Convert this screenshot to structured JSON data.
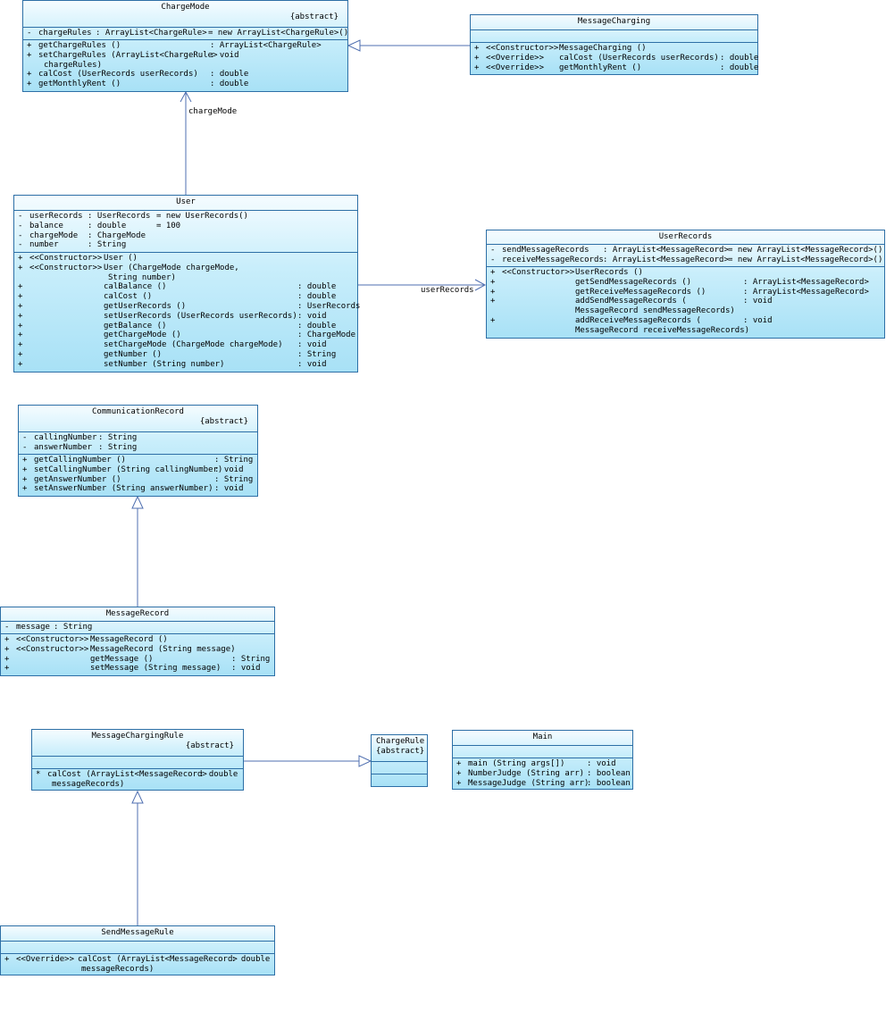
{
  "classes": {
    "charge_mode": {
      "name": "ChargeMode",
      "stereotype": "{abstract}",
      "attributes": [
        {
          "vis": "-",
          "name": "chargeRules",
          "type": ": ArrayList<ChargeRule>",
          "init": "= new ArrayList<ChargeRule>()"
        }
      ],
      "operations": [
        {
          "vis": "+",
          "name": "getChargeRules ()",
          "type": ": ArrayList<ChargeRule>"
        },
        {
          "vis": "+",
          "name": "setChargeRules (ArrayList<ChargeRule>",
          "type": ": void",
          "cont": "chargeRules)"
        },
        {
          "vis": "+",
          "name": "calCost (UserRecords userRecords)",
          "type": ": double"
        },
        {
          "vis": "+",
          "name": "getMonthlyRent ()",
          "type": ": double"
        }
      ]
    },
    "message_charging": {
      "name": "MessageCharging",
      "operations": [
        {
          "vis": "+",
          "st": "<<Constructor>>",
          "name": "MessageCharging ()",
          "type": ""
        },
        {
          "vis": "+",
          "st": "<<Override>>",
          "name": "calCost (UserRecords userRecords)",
          "type": ": double"
        },
        {
          "vis": "+",
          "st": "<<Override>>",
          "name": "getMonthlyRent ()",
          "type": ": double"
        }
      ]
    },
    "user": {
      "name": "User",
      "attributes": [
        {
          "vis": "-",
          "name": "userRecords",
          "type": ": UserRecords",
          "init": "= new UserRecords()"
        },
        {
          "vis": "-",
          "name": "balance",
          "type": ": double",
          "init": "= 100"
        },
        {
          "vis": "-",
          "name": "chargeMode",
          "type": ": ChargeMode",
          "init": ""
        },
        {
          "vis": "-",
          "name": "number",
          "type": ": String",
          "init": ""
        }
      ],
      "operations": [
        {
          "vis": "+",
          "st": "<<Constructor>>",
          "name": "User ()",
          "type": ""
        },
        {
          "vis": "+",
          "st": "<<Constructor>>",
          "name": "User (ChargeMode chargeMode,",
          "type": "",
          "cont": "String number)"
        },
        {
          "vis": "+",
          "st": "",
          "name": "calBalance ()",
          "type": ": double"
        },
        {
          "vis": "+",
          "st": "",
          "name": "calCost ()",
          "type": ": double"
        },
        {
          "vis": "+",
          "st": "",
          "name": "getUserRecords ()",
          "type": ": UserRecords"
        },
        {
          "vis": "+",
          "st": "",
          "name": "setUserRecords (UserRecords userRecords)",
          "type": ": void"
        },
        {
          "vis": "+",
          "st": "",
          "name": "getBalance ()",
          "type": ": double"
        },
        {
          "vis": "+",
          "st": "",
          "name": "getChargeMode ()",
          "type": ": ChargeMode"
        },
        {
          "vis": "+",
          "st": "",
          "name": "setChargeMode (ChargeMode chargeMode)",
          "type": ": void"
        },
        {
          "vis": "+",
          "st": "",
          "name": "getNumber ()",
          "type": ": String"
        },
        {
          "vis": "+",
          "st": "",
          "name": "setNumber (String number)",
          "type": ": void"
        }
      ]
    },
    "user_records": {
      "name": "UserRecords",
      "attributes": [
        {
          "vis": "-",
          "name": "sendMessageRecords",
          "type": ": ArrayList<MessageRecord>",
          "init": "= new ArrayList<MessageRecord>()"
        },
        {
          "vis": "-",
          "name": "receiveMessageRecords",
          "type": ": ArrayList<MessageRecord>",
          "init": "= new ArrayList<MessageRecord>()"
        }
      ],
      "operations": [
        {
          "vis": "+",
          "st": "<<Constructor>>",
          "name": "UserRecords ()",
          "type": ""
        },
        {
          "vis": "+",
          "st": "",
          "name": "getSendMessageRecords ()",
          "type": ": ArrayList<MessageRecord>"
        },
        {
          "vis": "+",
          "st": "",
          "name": "getReceiveMessageRecords ()",
          "type": ": ArrayList<MessageRecord>"
        },
        {
          "vis": "+",
          "st": "",
          "name": "addSendMessageRecords (",
          "type": ": void",
          "cont": "MessageRecord sendMessageRecords)"
        },
        {
          "vis": "+",
          "st": "",
          "name": "addReceiveMessageRecords (",
          "type": ": void",
          "cont": "MessageRecord receiveMessageRecords)"
        }
      ]
    },
    "communication_record": {
      "name": "CommunicationRecord",
      "stereotype": "{abstract}",
      "attributes": [
        {
          "vis": "-",
          "name": "callingNumber",
          "type": ": String"
        },
        {
          "vis": "-",
          "name": "answerNumber",
          "type": ": String"
        }
      ],
      "operations": [
        {
          "vis": "+",
          "name": "getCallingNumber ()",
          "type": ": String"
        },
        {
          "vis": "+",
          "name": "setCallingNumber (String callingNumber)",
          "type": ": void"
        },
        {
          "vis": "+",
          "name": "getAnswerNumber ()",
          "type": ": String"
        },
        {
          "vis": "+",
          "name": "setAnswerNumber (String answerNumber)",
          "type": ": void"
        }
      ]
    },
    "message_record": {
      "name": "MessageRecord",
      "attributes": [
        {
          "vis": "-",
          "name": "message",
          "type": ": String"
        }
      ],
      "operations": [
        {
          "vis": "+",
          "st": "<<Constructor>>",
          "name": "MessageRecord ()",
          "type": ""
        },
        {
          "vis": "+",
          "st": "<<Constructor>>",
          "name": "MessageRecord (String message)",
          "type": ""
        },
        {
          "vis": "+",
          "st": "",
          "name": "getMessage ()",
          "type": ": String"
        },
        {
          "vis": "+",
          "st": "",
          "name": "setMessage (String message)",
          "type": ": void"
        }
      ]
    },
    "message_charging_rule": {
      "name": "MessageChargingRule",
      "stereotype": "{abstract}",
      "operations": [
        {
          "vis": "*",
          "name": "calCost (ArrayList<MessageRecord>",
          "type": ": double",
          "cont": "messageRecords)"
        }
      ]
    },
    "charge_rule": {
      "name": "ChargeRule",
      "stereotype": "{abstract}"
    },
    "main": {
      "name": "Main",
      "operations": [
        {
          "vis": "+",
          "name": "main (String args[])",
          "type": ": void"
        },
        {
          "vis": "+",
          "name": "NumberJudge (String arr)",
          "type": ": boolean"
        },
        {
          "vis": "+",
          "name": "MessageJudge (String arr)",
          "type": ": boolean"
        }
      ]
    },
    "send_message_rule": {
      "name": "SendMessageRule",
      "operations": [
        {
          "vis": "+",
          "st": "<<Override>>",
          "name": "calCost (ArrayList<MessageRecord>",
          "type": ": double",
          "cont": "messageRecords)"
        }
      ]
    }
  },
  "associations": {
    "charge_mode_role": "chargeMode",
    "user_records_role": "userRecords"
  },
  "colors": {
    "border": "#2d6fa6",
    "fill_top": "#f5fcff",
    "fill_bottom": "#a8e1f6",
    "edge": "#4f6fb0"
  }
}
